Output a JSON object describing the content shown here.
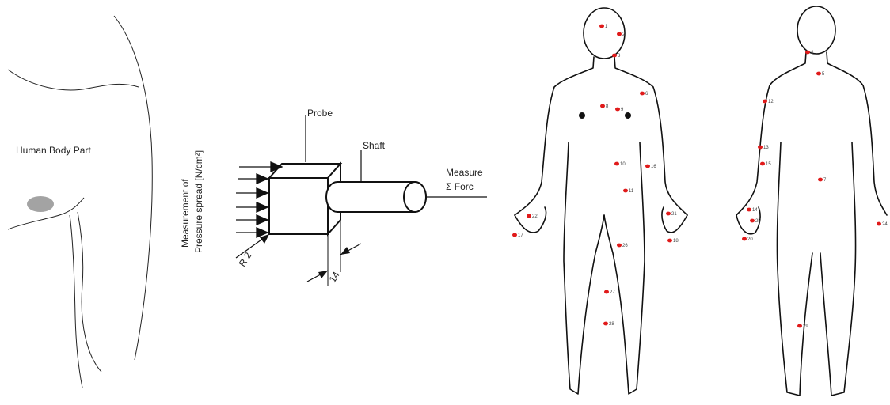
{
  "left_panel": {
    "label": "Human Body Part"
  },
  "probe_diagram": {
    "probe_label": "Probe",
    "shaft_label": "Shaft",
    "measure_label_line1": "Measure",
    "measure_label_line2": "Σ Forc",
    "pressure_label_line1": "Measurement of",
    "pressure_label_line2": "Pressure spread [N/cm²]",
    "radius_label": "R 2",
    "length_label": "14"
  },
  "body_points": {
    "colors": {
      "point": "#e01a1a"
    },
    "front": [
      "1",
      "2",
      "3",
      "6",
      "8",
      "9",
      "10",
      "16",
      "11",
      "22",
      "17",
      "21",
      "18",
      "26",
      "27",
      "28"
    ],
    "back": [
      "4",
      "5",
      "12",
      "13",
      "15",
      "7",
      "14",
      "25",
      "20",
      "24",
      "29"
    ]
  }
}
